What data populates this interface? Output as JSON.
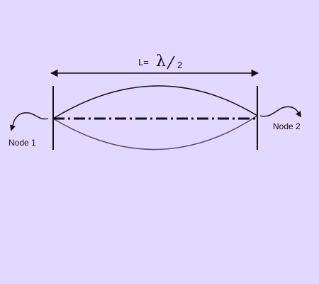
{
  "annotation": {
    "length_lhs": "L=",
    "symbol": "λ",
    "denominator": "2"
  },
  "nodes": {
    "left": "Node 1",
    "right": "Node 2"
  },
  "colors": {
    "background": "#e3d8ff",
    "line": "#111111",
    "lower_curve": "#555060"
  }
}
